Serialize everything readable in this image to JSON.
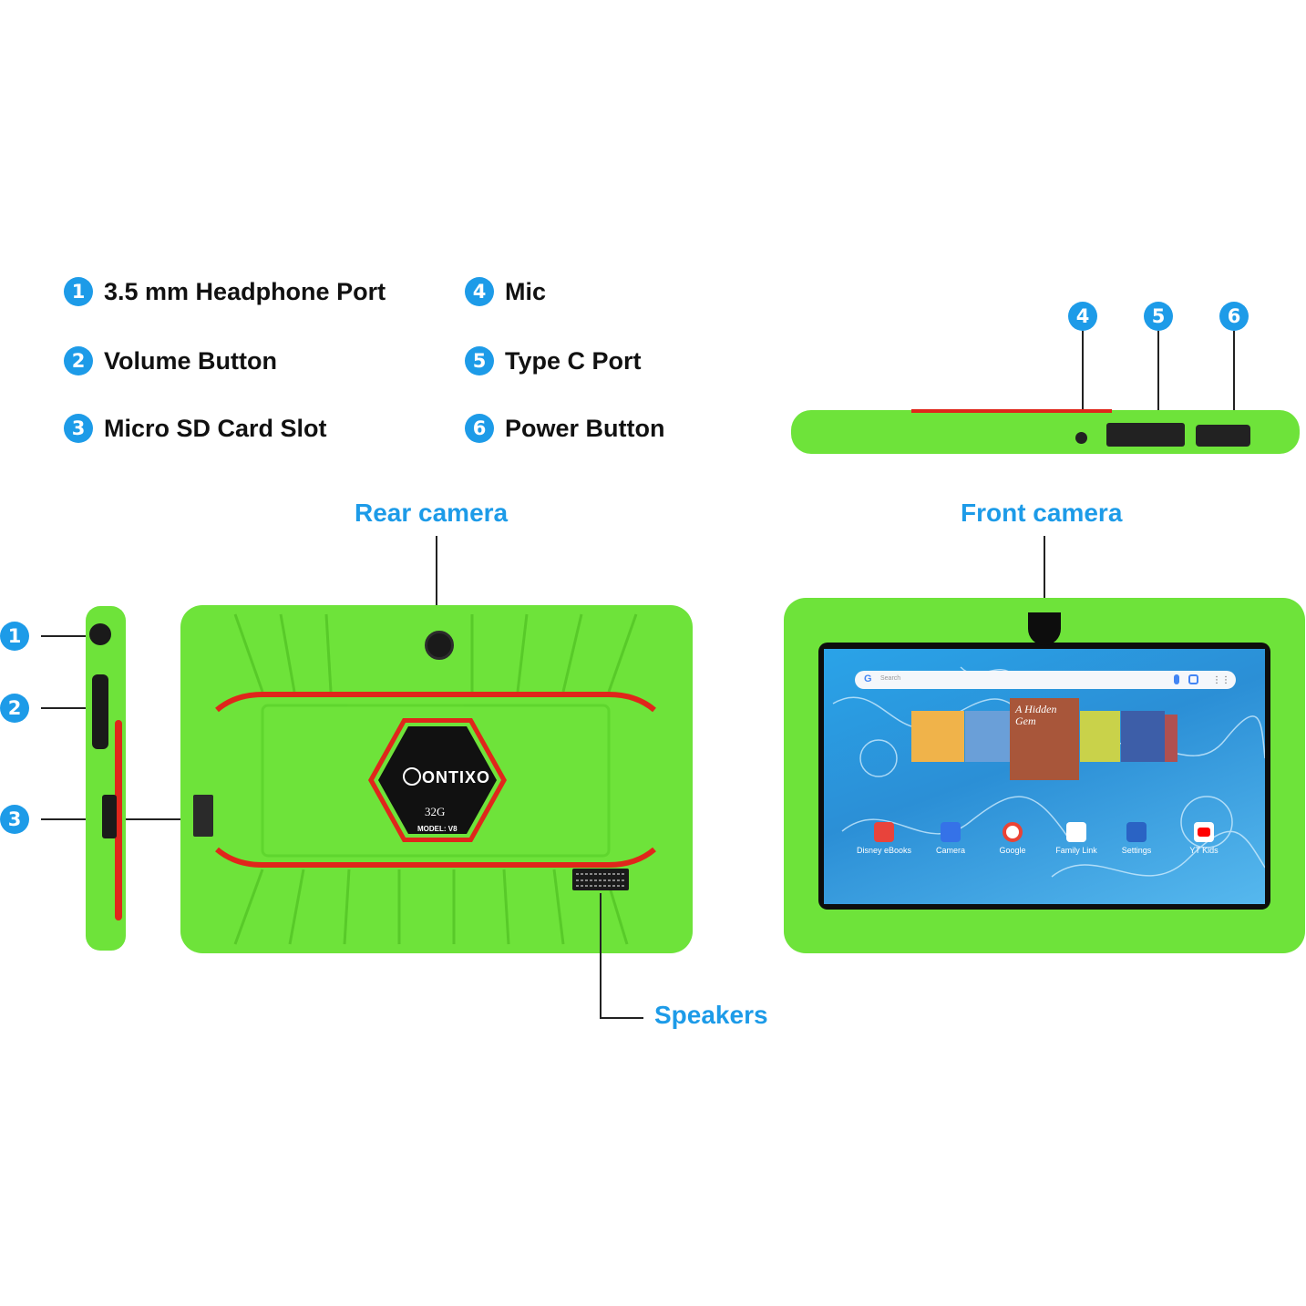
{
  "legend": [
    {
      "num": "1",
      "label": "3.5 mm Headphone Port"
    },
    {
      "num": "2",
      "label": "Volume Button"
    },
    {
      "num": "3",
      "label": "Micro SD Card Slot"
    },
    {
      "num": "4",
      "label": "Mic"
    },
    {
      "num": "5",
      "label": "Type C Port"
    },
    {
      "num": "6",
      "label": "Power Button"
    }
  ],
  "callouts": {
    "rear_camera": "Rear camera",
    "front_camera": "Front camera",
    "speakers": "Speakers"
  },
  "badge": {
    "brand": "ONTIXO",
    "storage": "32G",
    "model": "MODEL: V8"
  },
  "screen": {
    "search_placeholder": "Search",
    "apps": [
      "Disney eBooks",
      "Camera",
      "Google",
      "Family Link",
      "Settings",
      "YT Kids"
    ],
    "book_title": "A Hidden Gem"
  },
  "colors": {
    "accent": "#1d9be8",
    "case_green": "#6ee33a",
    "stripe_red": "#e0261b"
  }
}
